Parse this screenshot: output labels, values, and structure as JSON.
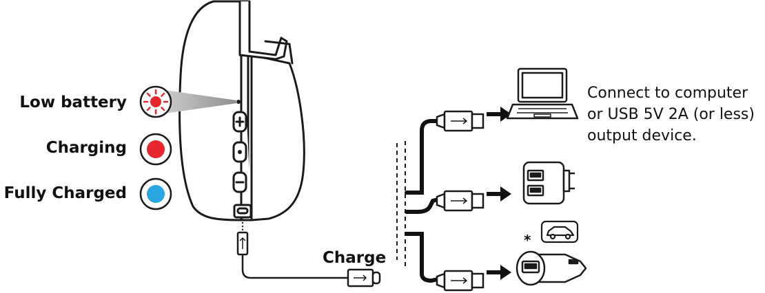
{
  "indicators": {
    "low_battery": "Low battery",
    "charging": "Charging",
    "fully_charged": "Fully Charged"
  },
  "charge_label": "Charge",
  "connect_note": {
    "line1": "Connect to computer",
    "line2": "or USB 5V 2A (or less)",
    "line3": "output device."
  },
  "footnote_mark": "*",
  "colors": {
    "led_red": "#e8262d",
    "led_blue": "#29a6e0",
    "line": "#1a1a1a",
    "cable": "#111111"
  },
  "icons": [
    "headphone-earcup",
    "led-red-blinking",
    "led-red",
    "led-blue",
    "usb-c-plug",
    "usb-a-plug",
    "laptop",
    "wall-charger",
    "car-charger",
    "car"
  ]
}
